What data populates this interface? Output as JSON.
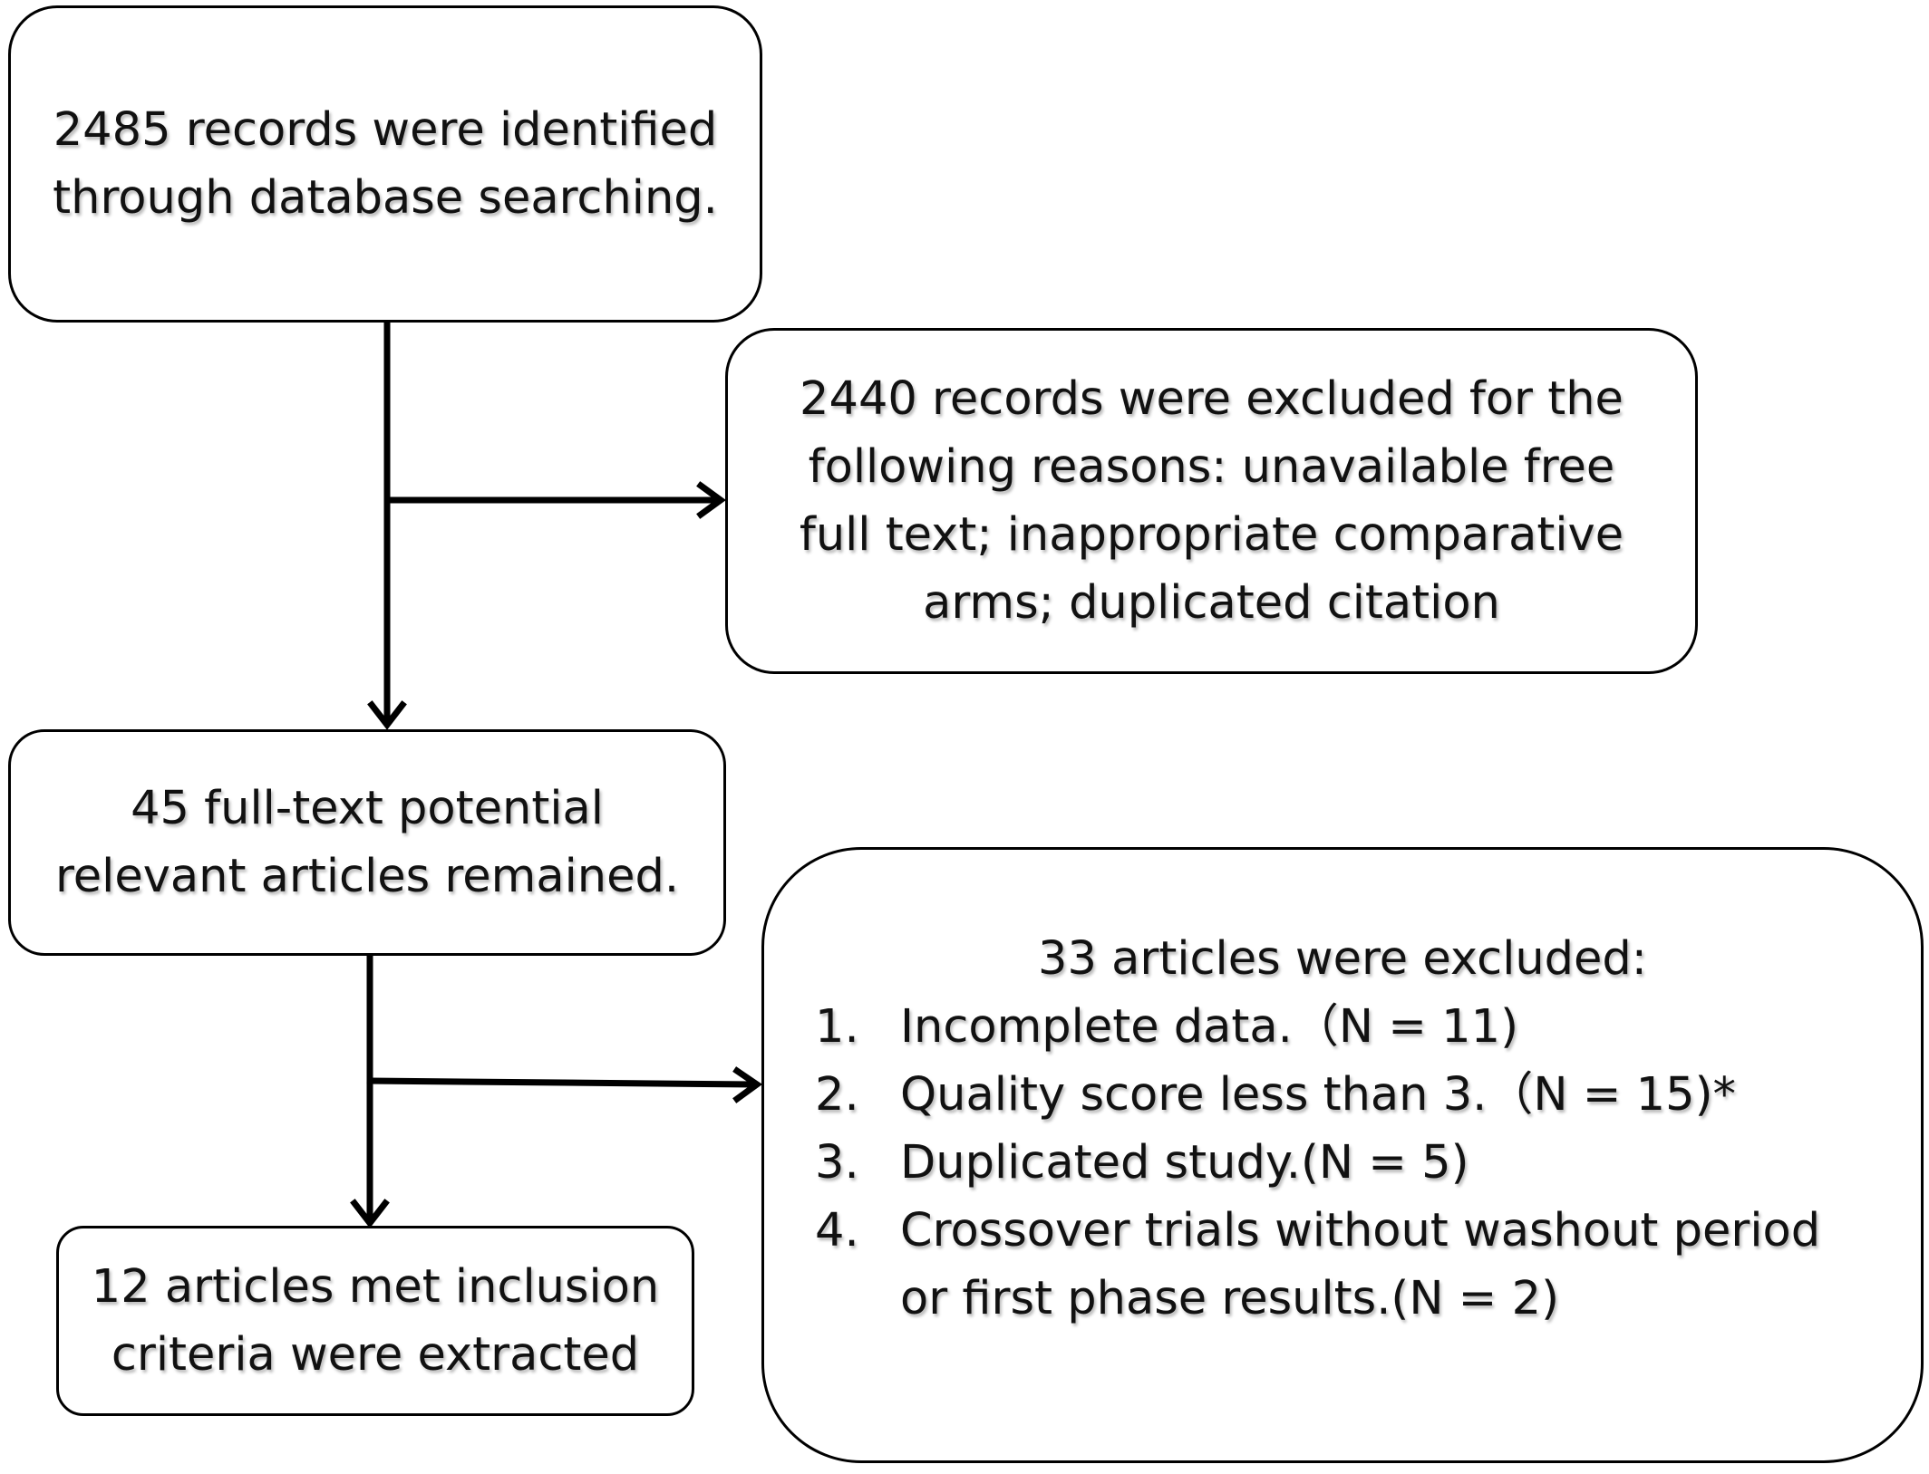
{
  "diagram": {
    "records_identified": {
      "lines": [
        "2485 records were identified",
        "through database searching."
      ]
    },
    "records_excluded": {
      "lines": [
        "2440 records were excluded for the",
        "following reasons: unavailable free",
        "full text; inappropriate comparative",
        "arms; duplicated citation"
      ]
    },
    "fulltext_remaining": {
      "lines": [
        "45 full-text potential",
        "relevant articles remained."
      ]
    },
    "included": {
      "lines": [
        "12 articles met inclusion",
        "criteria were extracted"
      ]
    },
    "articles_excluded": {
      "title": "33 articles were excluded:",
      "items": [
        {
          "number": "1.",
          "lines": [
            "Incomplete data.（N = 11)"
          ]
        },
        {
          "number": "2.",
          "lines": [
            "Quality score less than 3.（N = 15)*"
          ]
        },
        {
          "number": "3.",
          "lines": [
            "Duplicated study.(N = 5)"
          ]
        },
        {
          "number": "4.",
          "lines": [
            "Crossover trials without washout period",
            "or first phase results.(N = 2)"
          ]
        }
      ]
    }
  }
}
